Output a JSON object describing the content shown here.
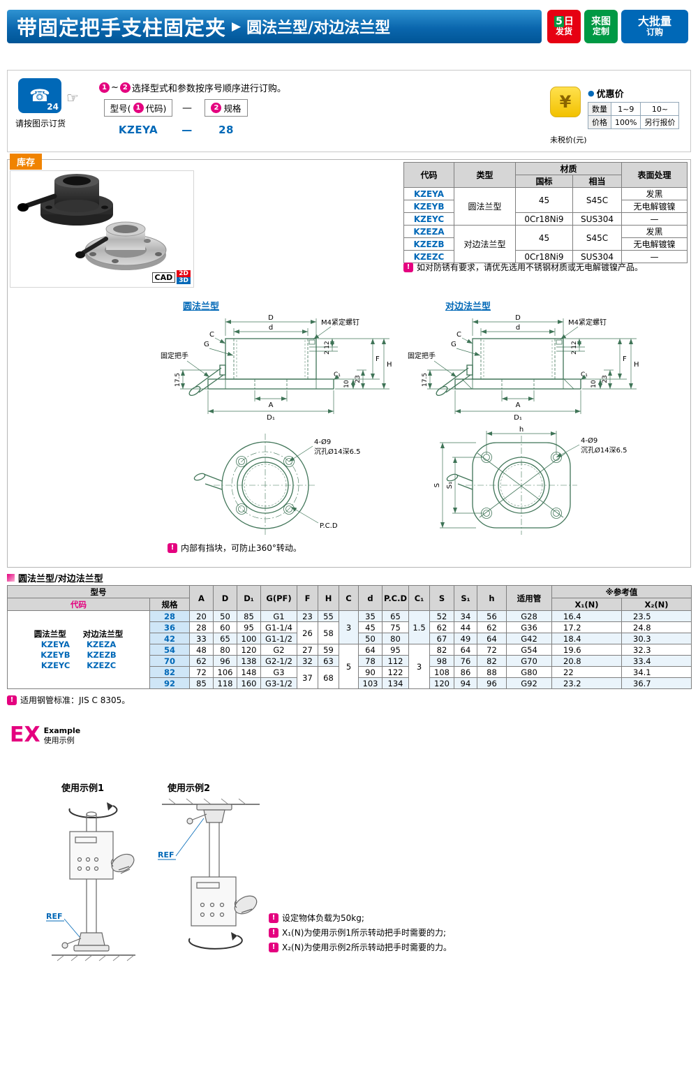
{
  "header": {
    "title": "带固定把手支柱固定夹",
    "arrow": "▶",
    "subtitle": "圆法兰型/对边法兰型",
    "badge_ship_num": "5",
    "badge_ship_day": "日",
    "badge_ship_bottom": "发货",
    "badge_custom_top": "来图",
    "badge_custom_bottom": "定制",
    "badge_bulk_top": "大批量",
    "badge_bulk_bottom": "订购"
  },
  "order": {
    "phone_glyph": "☎",
    "phone_num": "24",
    "phone_caption": "请按图示订货",
    "hand": "☞",
    "step1": "1",
    "range_sep": "~",
    "step2": "2",
    "instruction": "选择型式和参数按序号顺序进行订购。",
    "model_pre": "型号(",
    "model_num": "1",
    "model_post": "代码)",
    "dash": "—",
    "spec_num": "2",
    "spec_post": "规格",
    "example_code": "KZEYA",
    "example_dash": "—",
    "example_spec": "28"
  },
  "price": {
    "yen": "¥",
    "bullet": "●",
    "title": "优惠价",
    "qty_label": "数量",
    "qty_a": "1~9",
    "qty_b": "10~",
    "price_label": "价格",
    "price_a": "100%",
    "price_b": "另行报价",
    "tax_note": "未税价(元)"
  },
  "stock": "库存",
  "cad": {
    "label": "CAD",
    "v2d": "2D",
    "v3d": "3D"
  },
  "materials": {
    "h_code": "代码",
    "h_type": "类型",
    "h_material": "材质",
    "h_gb": "国标",
    "h_equiv": "相当",
    "h_surface": "表面处理",
    "rows": [
      {
        "code": "KZEYA",
        "type": "圆法兰型",
        "gb": "45",
        "equiv": "S45C",
        "surface": "发黑"
      },
      {
        "code": "KZEYB",
        "surface": "无电解镀镍"
      },
      {
        "code": "KZEYC",
        "gb": "0Cr18Ni9",
        "equiv": "SUS304",
        "surface": "—"
      },
      {
        "code": "KZEZA",
        "type": "对边法兰型",
        "gb": "45",
        "equiv": "S45C",
        "surface": "发黑"
      },
      {
        "code": "KZEZB",
        "surface": "无电解镀镍"
      },
      {
        "code": "KZEZC",
        "gb": "0Cr18Ni9",
        "equiv": "SUS304",
        "surface": "—"
      }
    ],
    "note_icon": "!",
    "note": "如对防锈有要求，请优先选用不锈钢材质或无电解镀镍产品。"
  },
  "drawings": {
    "left_title": "圆法兰型",
    "right_title": "对边法兰型",
    "labels": {
      "D": "D",
      "d": "d",
      "m4": "M4紧定螺钉",
      "handle": "固定把手",
      "C": "C",
      "G": "G",
      "n12": "12",
      "n2": "2",
      "F": "F",
      "H": "H",
      "C1": "C₁",
      "n10": "10",
      "n23": "23",
      "n175": "17.5",
      "A": "A",
      "D1": "D₁",
      "holes": "4-Ø9",
      "holes2": "沉孔Ø14深6.5",
      "pcd": "P.C.D",
      "h": "h",
      "S": "S",
      "S1": "S₁"
    },
    "note_icon": "!",
    "note": "内部有挡块，可防止360°转动。"
  },
  "spec": {
    "section_title": "圆法兰型/对边法兰型",
    "h_model": "型号",
    "h_code": "代码",
    "h_spec": "规格",
    "h_A": "A",
    "h_D": "D",
    "h_D1": "D₁",
    "h_G": "G(PF)",
    "h_F": "F",
    "h_H": "H",
    "h_C": "C",
    "h_d": "d",
    "h_PCD": "P.C.D",
    "h_C1": "C₁",
    "h_S": "S",
    "h_S1": "S₁",
    "h_h": "h",
    "h_pipe": "适用管",
    "h_ref": "※参考值",
    "h_x1": "X₁(N)",
    "h_x2": "X₂(N)",
    "type1": "圆法兰型",
    "type2": "对边法兰型",
    "codes": [
      [
        "KZEYA",
        "KZEZA"
      ],
      [
        "KZEYB",
        "KZEZB"
      ],
      [
        "KZEYC",
        "KZEZC"
      ]
    ],
    "rows": [
      {
        "spec": "28",
        "A": "20",
        "D": "50",
        "D1": "85",
        "G": "G1",
        "F": "23",
        "H": "55",
        "C": "3",
        "d": "35",
        "PCD": "65",
        "C1": "1.5",
        "S": "52",
        "S1": "34",
        "h": "56",
        "pipe": "G28",
        "X1": "16.4",
        "X2": "23.5"
      },
      {
        "spec": "36",
        "A": "28",
        "D": "60",
        "D1": "95",
        "G": "G1-1/4",
        "F": "26",
        "H": "58",
        "d": "45",
        "PCD": "75",
        "S": "62",
        "S1": "44",
        "h": "62",
        "pipe": "G36",
        "X1": "17.2",
        "X2": "24.8"
      },
      {
        "spec": "42",
        "A": "33",
        "D": "65",
        "D1": "100",
        "G": "G1-1/2",
        "d": "50",
        "PCD": "80",
        "S": "67",
        "S1": "49",
        "h": "64",
        "pipe": "G42",
        "X1": "18.4",
        "X2": "30.3"
      },
      {
        "spec": "54",
        "A": "48",
        "D": "80",
        "D1": "120",
        "G": "G2",
        "F": "27",
        "H": "59",
        "C": "5",
        "d": "64",
        "PCD": "95",
        "C1": "3",
        "S": "82",
        "S1": "64",
        "h": "72",
        "pipe": "G54",
        "X1": "19.6",
        "X2": "32.3"
      },
      {
        "spec": "70",
        "A": "62",
        "D": "96",
        "D1": "138",
        "G": "G2-1/2",
        "F": "32",
        "H": "63",
        "d": "78",
        "PCD": "112",
        "S": "98",
        "S1": "76",
        "h": "82",
        "pipe": "G70",
        "X1": "20.8",
        "X2": "33.4"
      },
      {
        "spec": "82",
        "A": "72",
        "D": "106",
        "D1": "148",
        "G": "G3",
        "F": "37",
        "H": "68",
        "d": "90",
        "PCD": "122",
        "S": "108",
        "S1": "86",
        "h": "88",
        "pipe": "G80",
        "X1": "22",
        "X2": "34.1"
      },
      {
        "spec": "92",
        "A": "85",
        "D": "118",
        "D1": "160",
        "G": "G3-1/2",
        "d": "103",
        "PCD": "134",
        "S": "120",
        "S1": "94",
        "h": "96",
        "pipe": "G92",
        "X1": "23.2",
        "X2": "36.7"
      }
    ],
    "note_icon": "!",
    "note": "适用钢管标准：JIS C 8305。"
  },
  "examples": {
    "ex": "EX",
    "example": "Example",
    "subtitle": "使用示例",
    "label1": "使用示例1",
    "label2": "使用示例2",
    "ref": "REF",
    "note_icon": "!",
    "notes": [
      "设定物体负载为50kg;",
      "X₁(N)为使用示例1所示转动把手时需要的力;",
      "X₂(N)为使用示例2所示转动把手时需要的力。"
    ]
  },
  "colors": {
    "brand_blue": "#0068b7",
    "magenta": "#e4007f",
    "orange": "#f08300",
    "red": "#e60012",
    "green": "#009944",
    "drawing_line": "#3f7457"
  }
}
